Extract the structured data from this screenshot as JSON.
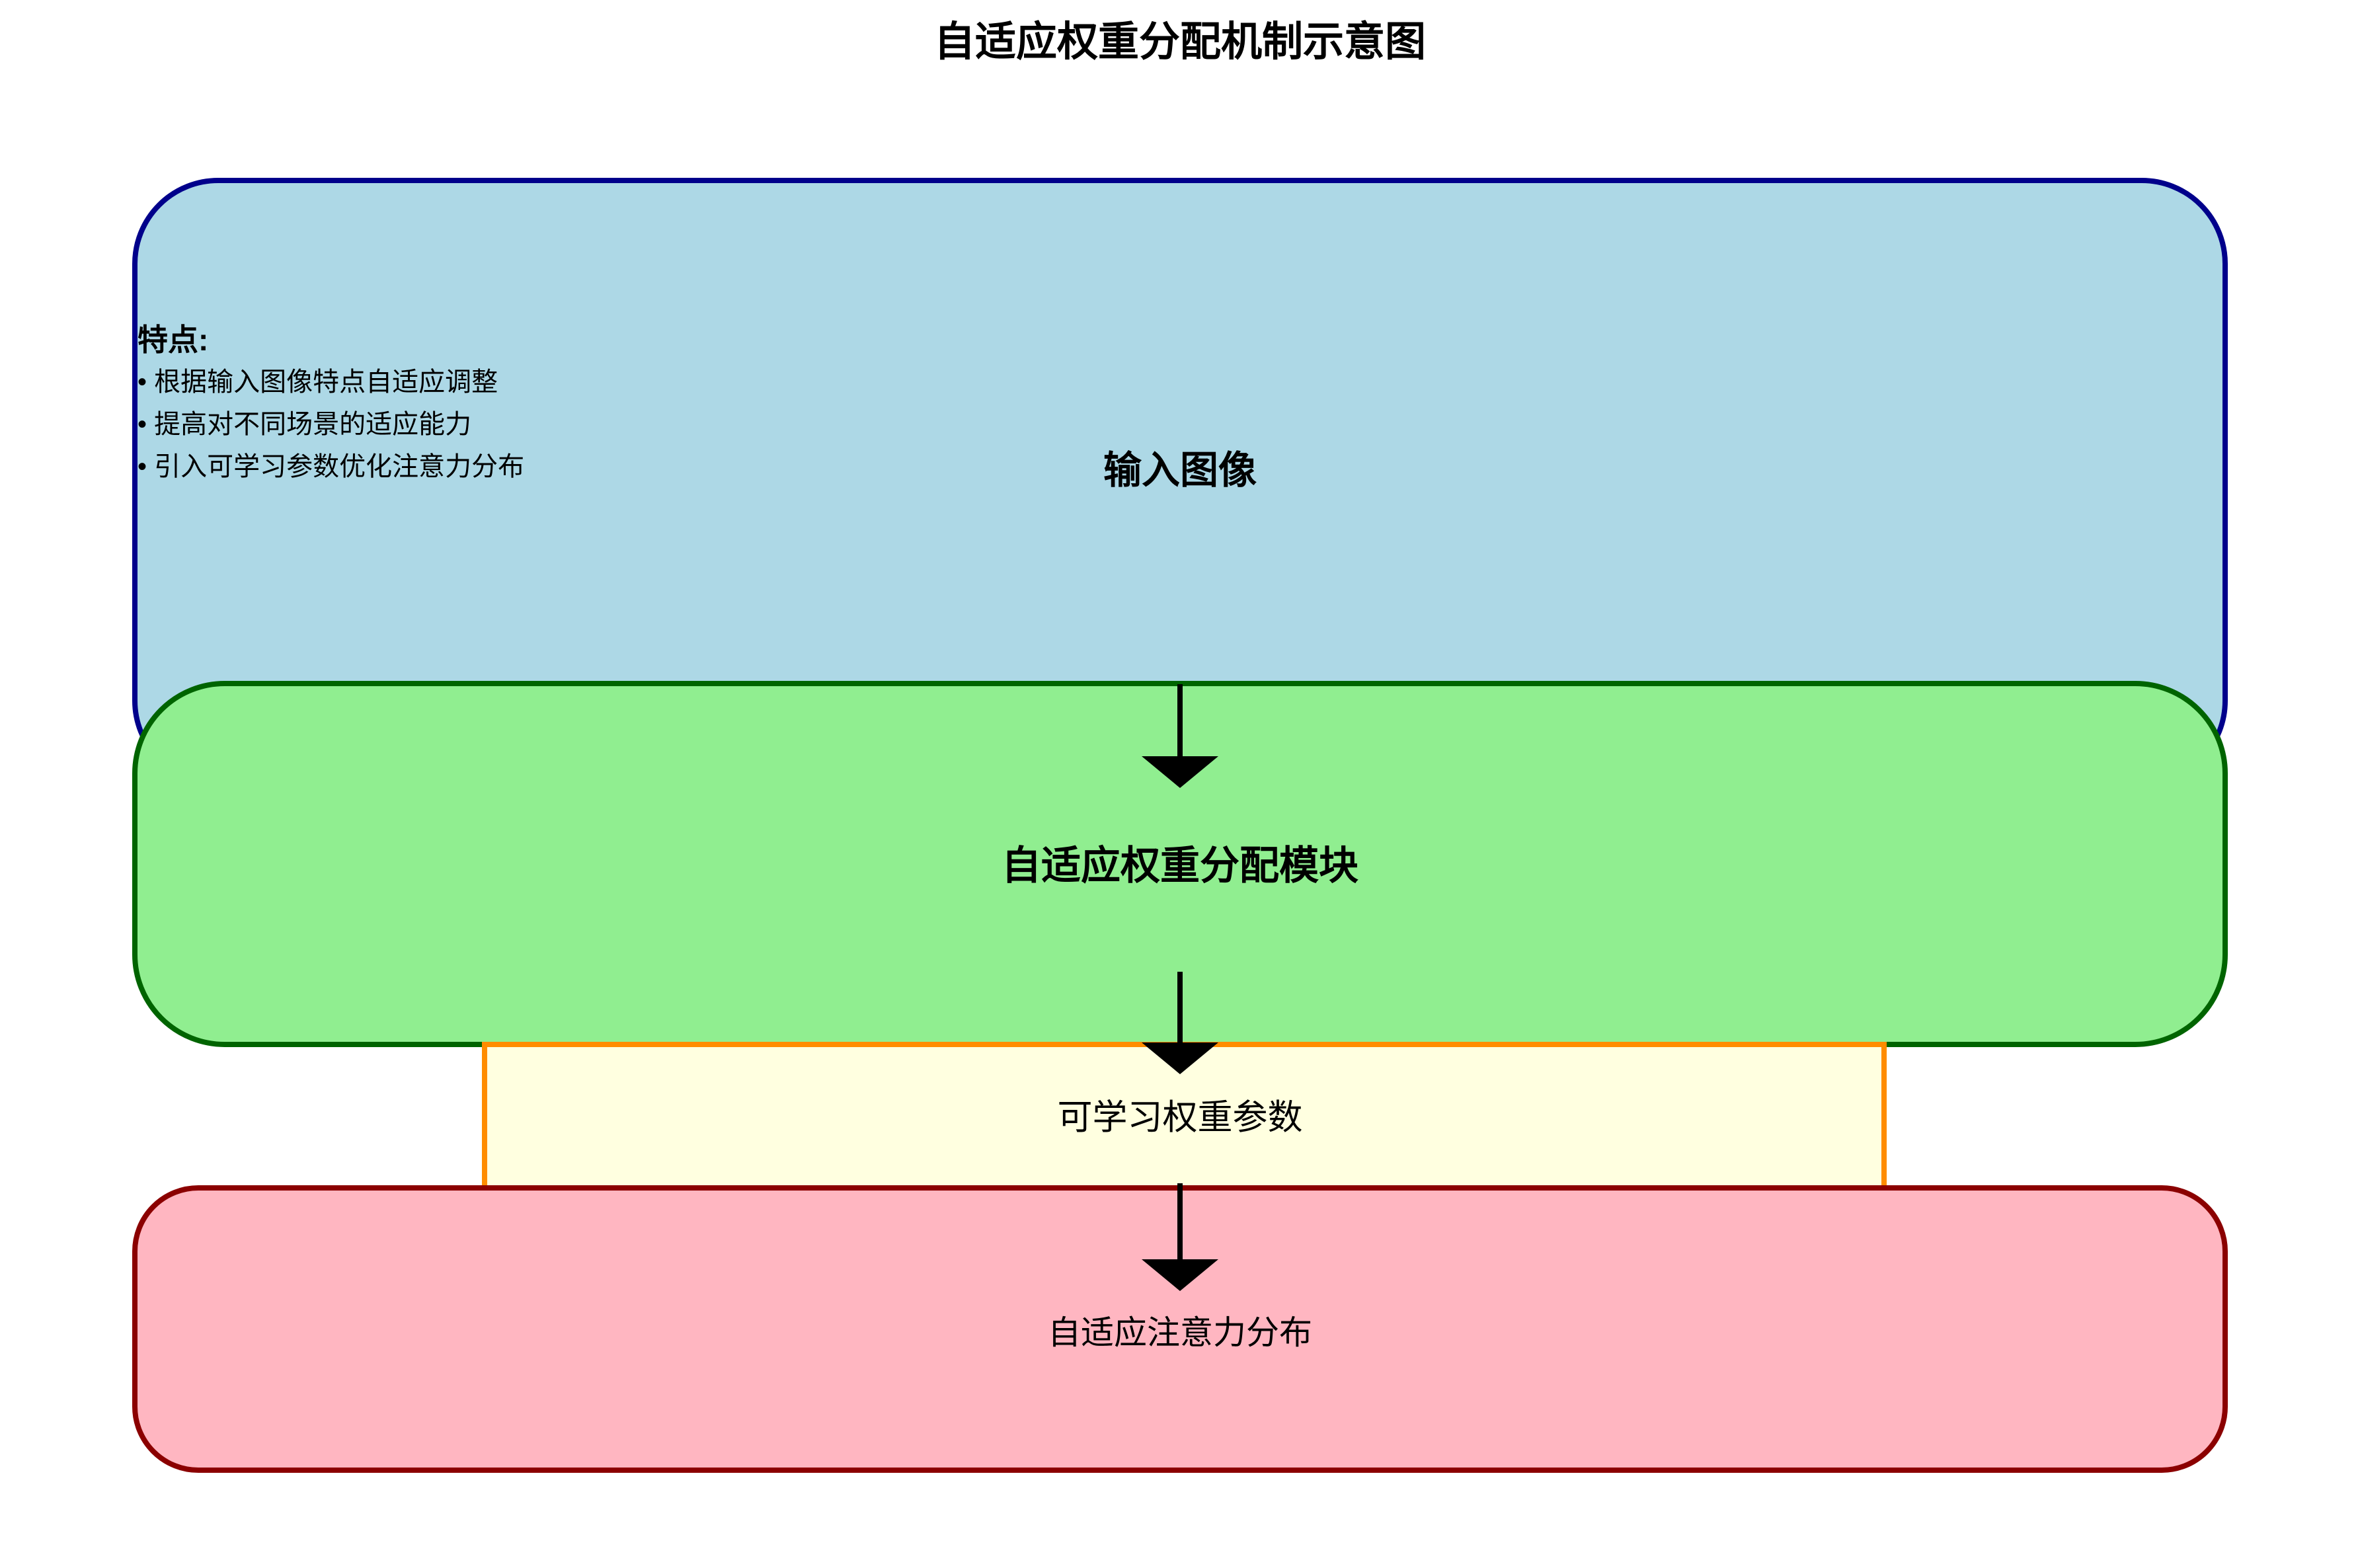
{
  "title": "自适应权重分配机制示意图",
  "boxes": {
    "input": {
      "label": "输入图像",
      "fill": "#ADD8E6",
      "border": "#00008B"
    },
    "module": {
      "label": "自适应权重分配模块",
      "fill": "#90EE90",
      "border": "#006400"
    },
    "params": {
      "label": "可学习权重参数",
      "fill": "#FFFFE0",
      "border": "#FF8C00"
    },
    "output": {
      "label": "自适应注意力分布",
      "fill": "#FFB6C1",
      "border": "#8B0000"
    }
  },
  "features": {
    "heading": "特点:",
    "items": [
      "• 根据输入图像特点自适应调整",
      "• 提高对不同场景的适应能力",
      "• 引入可学习参数优化注意力分布"
    ]
  },
  "arrow_color": "#000000",
  "text_color": "#000000",
  "background": "#FFFFFF"
}
